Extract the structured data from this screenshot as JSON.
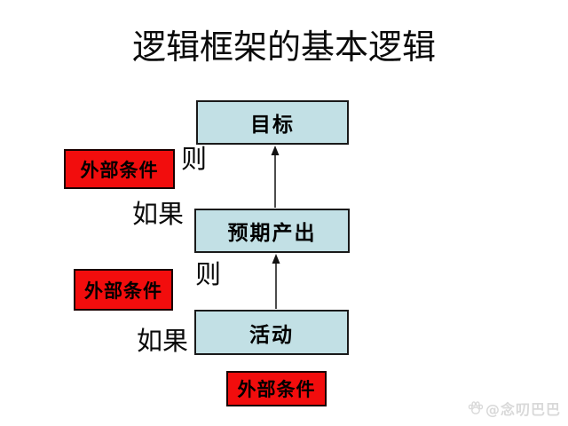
{
  "slide": {
    "title": "逻辑框架的基本逻辑",
    "watermark": "@念叨巴巴"
  },
  "diagram": {
    "type": "vertical-logic-flow",
    "levels": [
      {
        "id": "goal",
        "label": "目标"
      },
      {
        "id": "output",
        "label": "预期产出"
      },
      {
        "id": "activity",
        "label": "活动"
      }
    ],
    "external_conditions": [
      {
        "label": "外部条件"
      },
      {
        "label": "外部条件"
      },
      {
        "label": "外部条件"
      }
    ],
    "logic_labels": [
      {
        "text": "则"
      },
      {
        "text": "如果"
      },
      {
        "text": "则"
      },
      {
        "text": "如果"
      }
    ],
    "connectors": [
      {
        "from": "activity",
        "to": "output",
        "style": "arrow-up"
      },
      {
        "from": "output",
        "to": "goal",
        "style": "arrow-up"
      }
    ]
  },
  "colors": {
    "background": "#ffffff",
    "level_box_fill": "#c2e0e5",
    "condition_box_fill": "#f20d0d",
    "box_border": "#1a1a1a",
    "text": "#000000",
    "watermark": "#d9d9d9"
  }
}
